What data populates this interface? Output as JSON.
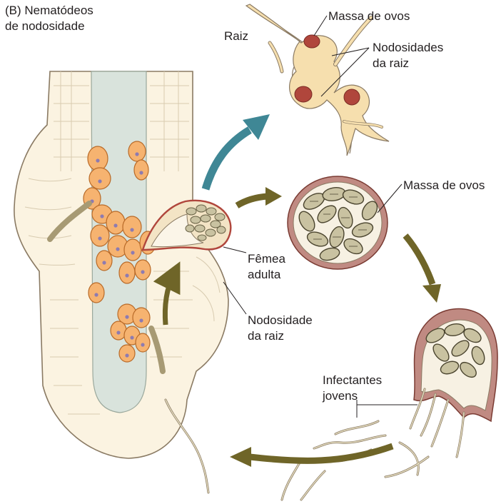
{
  "panel": {
    "title_line1": "(B) Nematódeos",
    "title_line2": "de nodosidade"
  },
  "labels": {
    "raiz": "Raiz",
    "massa_de_ovos_top": "Massa de ovos",
    "nodosidades_line1": "Nodosidades",
    "nodosidades_line2": "da raiz",
    "massa_de_ovos_mid": "Massa de ovos",
    "femea_line1": "Fêmea",
    "femea_line2": "adulta",
    "nodosidade_line1": "Nodosidade",
    "nodosidade_line2": "da raiz",
    "infectantes_line1": "Infectantes",
    "infectantes_line2": "jovens"
  },
  "colors": {
    "root_fill": "#fbf3e1",
    "root_stroke": "#8a7a63",
    "vascular": "#d9e3dc",
    "giant_cell": "#f6b370",
    "nucleus": "#8e7bb0",
    "gall_fill": "#f6dfae",
    "egg_mass_spot": "#b0463c",
    "egg_fill": "#c9c2a1",
    "egg_sac_rim": "#c08a82",
    "arrow_olive": "#6f6528",
    "arrow_teal": "#3f8795",
    "juvenile": "#e4dcbf"
  }
}
